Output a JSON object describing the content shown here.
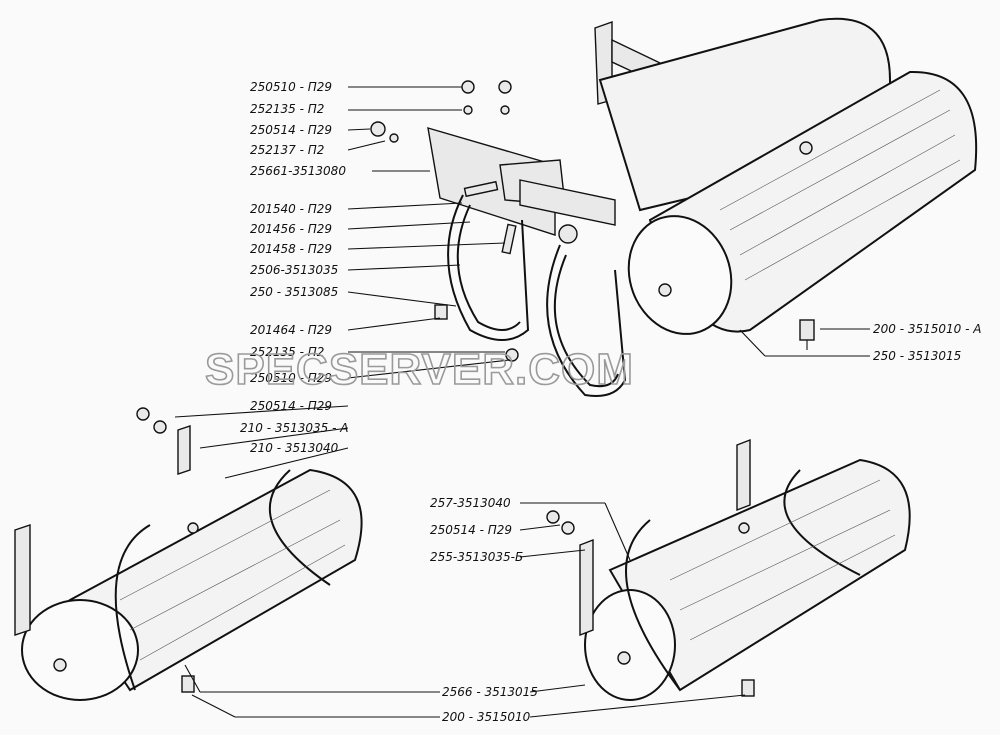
{
  "callouts": {
    "c01": "250510 - П29",
    "c02": "252135 - П2",
    "c03": "250514 - П29",
    "c04": "252137 - П2",
    "c05": "25661-3513080",
    "c06": "201540 - П29",
    "c07": "201456 - П29",
    "c08": "201458 - П29",
    "c09": "2506-3513035",
    "c10": "250 - 3513085",
    "c11": "201464 - П29",
    "c12": "252135 - П2",
    "c13": "250510 - П29",
    "c14": "250514 - П29",
    "c15": "210 - 3513035 - А",
    "c16": "210 - 3513040",
    "c17": "200 - 3515010 - А",
    "c18": "250 - 3513015",
    "c19": "257-3513040",
    "c20": "250514 - П29",
    "c21": "255-3513035-Б",
    "c22": "2566 - 3513015",
    "c23": "200 - 3515010"
  },
  "watermark": "SPECSERVER.COM"
}
